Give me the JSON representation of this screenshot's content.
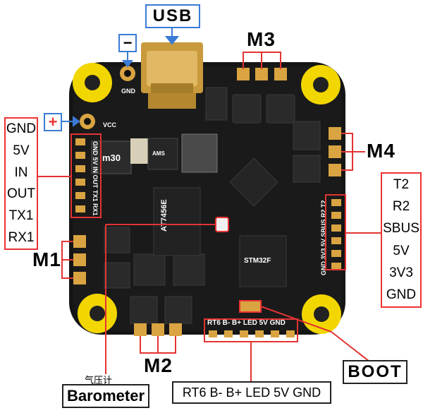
{
  "labels": {
    "usb": "USB",
    "minus": "−",
    "plus": "+",
    "m1": "M1",
    "m2": "M2",
    "m3": "M3",
    "m4": "M4",
    "boot": "BOOT",
    "barometer_cn": "气压计",
    "barometer": "Barometer",
    "bottom_pads": "RT6 B- B+ LED 5V GND"
  },
  "left_pins": [
    "GND",
    "5V",
    "IN",
    "OUT",
    "TX1",
    "RX1"
  ],
  "right_pins": [
    "T2",
    "R2",
    "SBUS",
    "5V",
    "3V3",
    "GND"
  ],
  "silkscreen": {
    "left_vertical": "GND 5V IN OUT TX1 RX1",
    "right_vertical": "GND 3V3 5V SBUS R2 T2",
    "bottom_row": "RT6 B- B+ LED 5V GND",
    "vcc": "VCC",
    "gnd": "GND",
    "inductor": "m30",
    "chip_a": "AT7456E",
    "chip_mcu": "STM32F",
    "chip_gyro": "AMS"
  },
  "colors": {
    "board": "#151515",
    "mount": "#f2d600",
    "pad": "#d9a441",
    "callout_red": "#e33333",
    "callout_blue": "#3a7bd5"
  }
}
